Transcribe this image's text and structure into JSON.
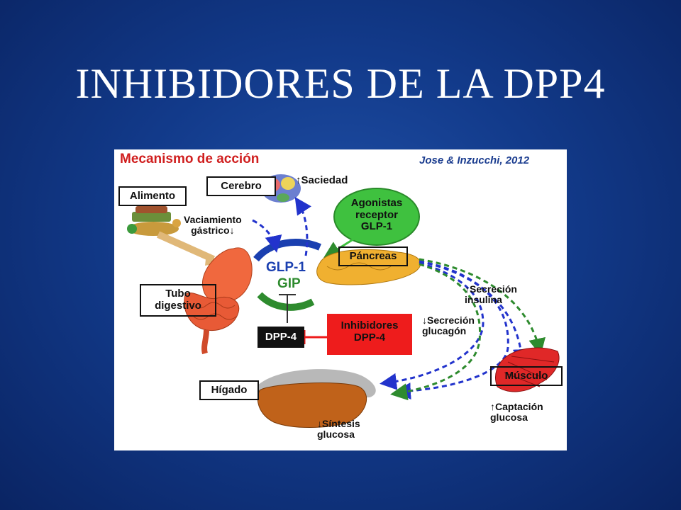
{
  "slide": {
    "title": "INHIBIDORES DE LA DPP4"
  },
  "figure": {
    "title": "Mecanismo de acción",
    "credit": "Jose & Inzucchi, 2012",
    "labels": {
      "food": "Alimento",
      "brain": "Cerebro",
      "satiety": "Saciedad",
      "gastric_line1": "Vaciamiento",
      "gastric_line2": "gástrico",
      "agonists_line1": "Agonistas",
      "agonists_line2": "receptor",
      "agonists_line3": "GLP-1",
      "pancreas": "Páncreas",
      "glp1": "GLP-1",
      "gip": "GIP",
      "gut_line1": "Tubo",
      "gut_line2": "digestivo",
      "dpp4": "DPP-4",
      "inhibitors_line1": "Inhibidores",
      "inhibitors_line2": "DPP-4",
      "insulin_line1": "Secreción",
      "insulin_line2": "insulina",
      "glucagon_line1": "Secreción",
      "glucagon_line2": "glucagón",
      "muscle": "Músculo",
      "uptake_line1": "Captación",
      "uptake_line2": "glucosa",
      "liver": "Hígado",
      "synthesis_line1": "Síntesis",
      "synthesis_line2": "glucosa"
    },
    "colors": {
      "title": "#d01f1f",
      "credit": "#1a3c8f",
      "incretin_text": "#1a3fb0",
      "blue_arrow": "#2233cc",
      "green_arrow": "#2e8b2e",
      "agonist_bubble": "#3fc13f",
      "inhibitor_box": "#ee1c1c",
      "dpp4_box": "#111111"
    }
  }
}
